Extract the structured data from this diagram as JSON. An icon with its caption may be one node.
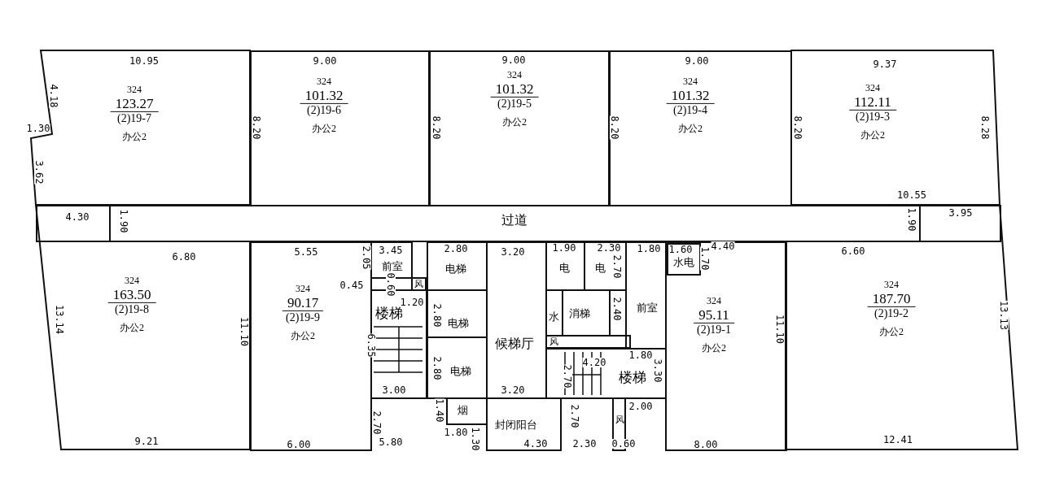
{
  "diagram": {
    "nodes": [
      {
        "text": [
          "324",
          "123.27",
          "(2)19-7",
          "办公2"
        ]
      },
      {
        "text": [
          "324",
          "101.32",
          "(2)19-6",
          "办公2"
        ]
      },
      {
        "text": [
          "324",
          "101.32",
          "(2)19-5",
          "办公2"
        ]
      },
      {
        "text": [
          "324",
          "101.32",
          "(2)19-4",
          "办公2"
        ]
      },
      {
        "text": [
          "324",
          "112.11",
          "(2)19-3",
          "办公2"
        ]
      },
      {
        "text": [
          "过道"
        ]
      },
      {
        "text": [
          "324",
          "163.50",
          "(2)19-8",
          "办公2"
        ]
      },
      {
        "text": [
          "324",
          "90.17",
          "(2)19-9",
          "办公2"
        ]
      },
      {
        "text": [
          "前室"
        ]
      },
      {
        "text": [
          "风"
        ]
      },
      {
        "text": [
          "楼梯"
        ]
      },
      {
        "text": [
          "电梯"
        ]
      },
      {
        "text": [
          "电梯"
        ]
      },
      {
        "text": [
          "电梯"
        ]
      },
      {
        "text": [
          "候梯厅"
        ]
      },
      {
        "text": [
          "烟"
        ]
      },
      {
        "text": [
          "封闭阳台"
        ]
      },
      {
        "text": [
          "电"
        ]
      },
      {
        "text": [
          "电"
        ]
      },
      {
        "text": [
          "水"
        ]
      },
      {
        "text": [
          "消梯"
        ]
      },
      {
        "text": [
          "风"
        ]
      },
      {
        "text": [
          "前室"
        ]
      },
      {
        "text": [
          "楼梯"
        ]
      },
      {
        "text": [
          "风"
        ]
      },
      {
        "text": [
          "水电"
        ],
        "in": 26
      },
      {
        "text": [
          "324",
          "95.11",
          "(2)19-1",
          "办公2"
        ]
      },
      {
        "text": [
          "324",
          "187.70",
          "(2)19-2",
          "办公2"
        ]
      }
    ],
    "edges": [],
    "labels": [
      "10.95",
      "4.18",
      "9.00",
      "9.00",
      "9.00",
      "9.37",
      "8.20",
      "8.20",
      "8.20",
      "8.20",
      "8.28",
      "1.30",
      "3.62",
      "10.55",
      "4.30",
      "1.90",
      "1.90",
      "3.95",
      "6.80",
      "5.55",
      "3.45",
      "2.05",
      "2.80",
      "3.20",
      "1.90",
      "2.30",
      "1.80",
      "1.60",
      "1.70",
      "4.40",
      "6.60",
      "2.70",
      "0.45",
      "0.60",
      "1.20",
      "13.14",
      "11.10",
      "2.80",
      "2.40",
      "11.10",
      "13.13",
      "6.35",
      "1.80",
      "4.20",
      "2.80",
      "2.70",
      "3.30",
      "3.00",
      "3.20",
      "2.00",
      "1.40",
      "2.70",
      "2.70",
      "1.80",
      "1.30",
      "9.21",
      "6.00",
      "5.80",
      "4.30",
      "2.30",
      "0.60",
      "8.00",
      "12.41"
    ]
  }
}
